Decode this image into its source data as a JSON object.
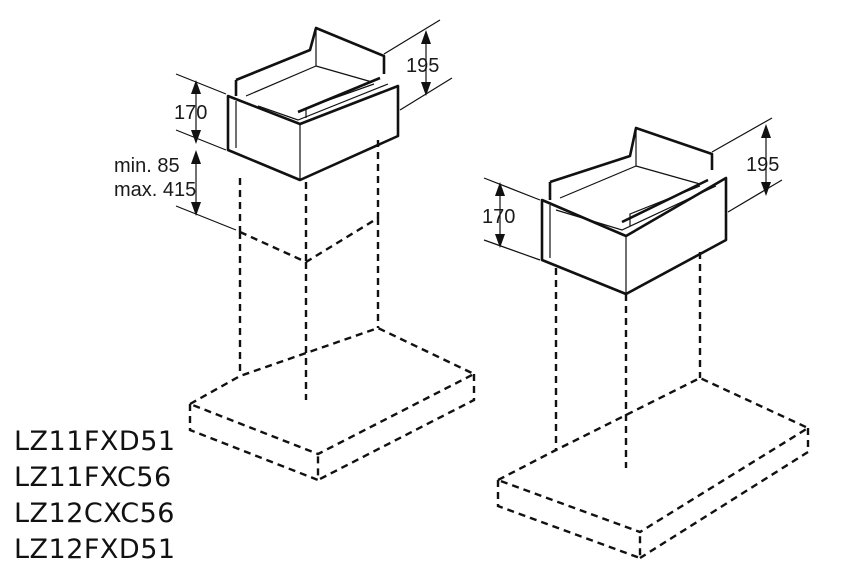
{
  "left_assembly": {
    "dim_height": "170",
    "dim_depth": "195",
    "dim_min": "min. 85",
    "dim_max": "max. 415"
  },
  "right_assembly": {
    "dim_height": "170",
    "dim_depth": "195"
  },
  "models": [
    "LZ11FXD51",
    "LZ11FXC56",
    "LZ12CXC56",
    "LZ12FXD51"
  ]
}
